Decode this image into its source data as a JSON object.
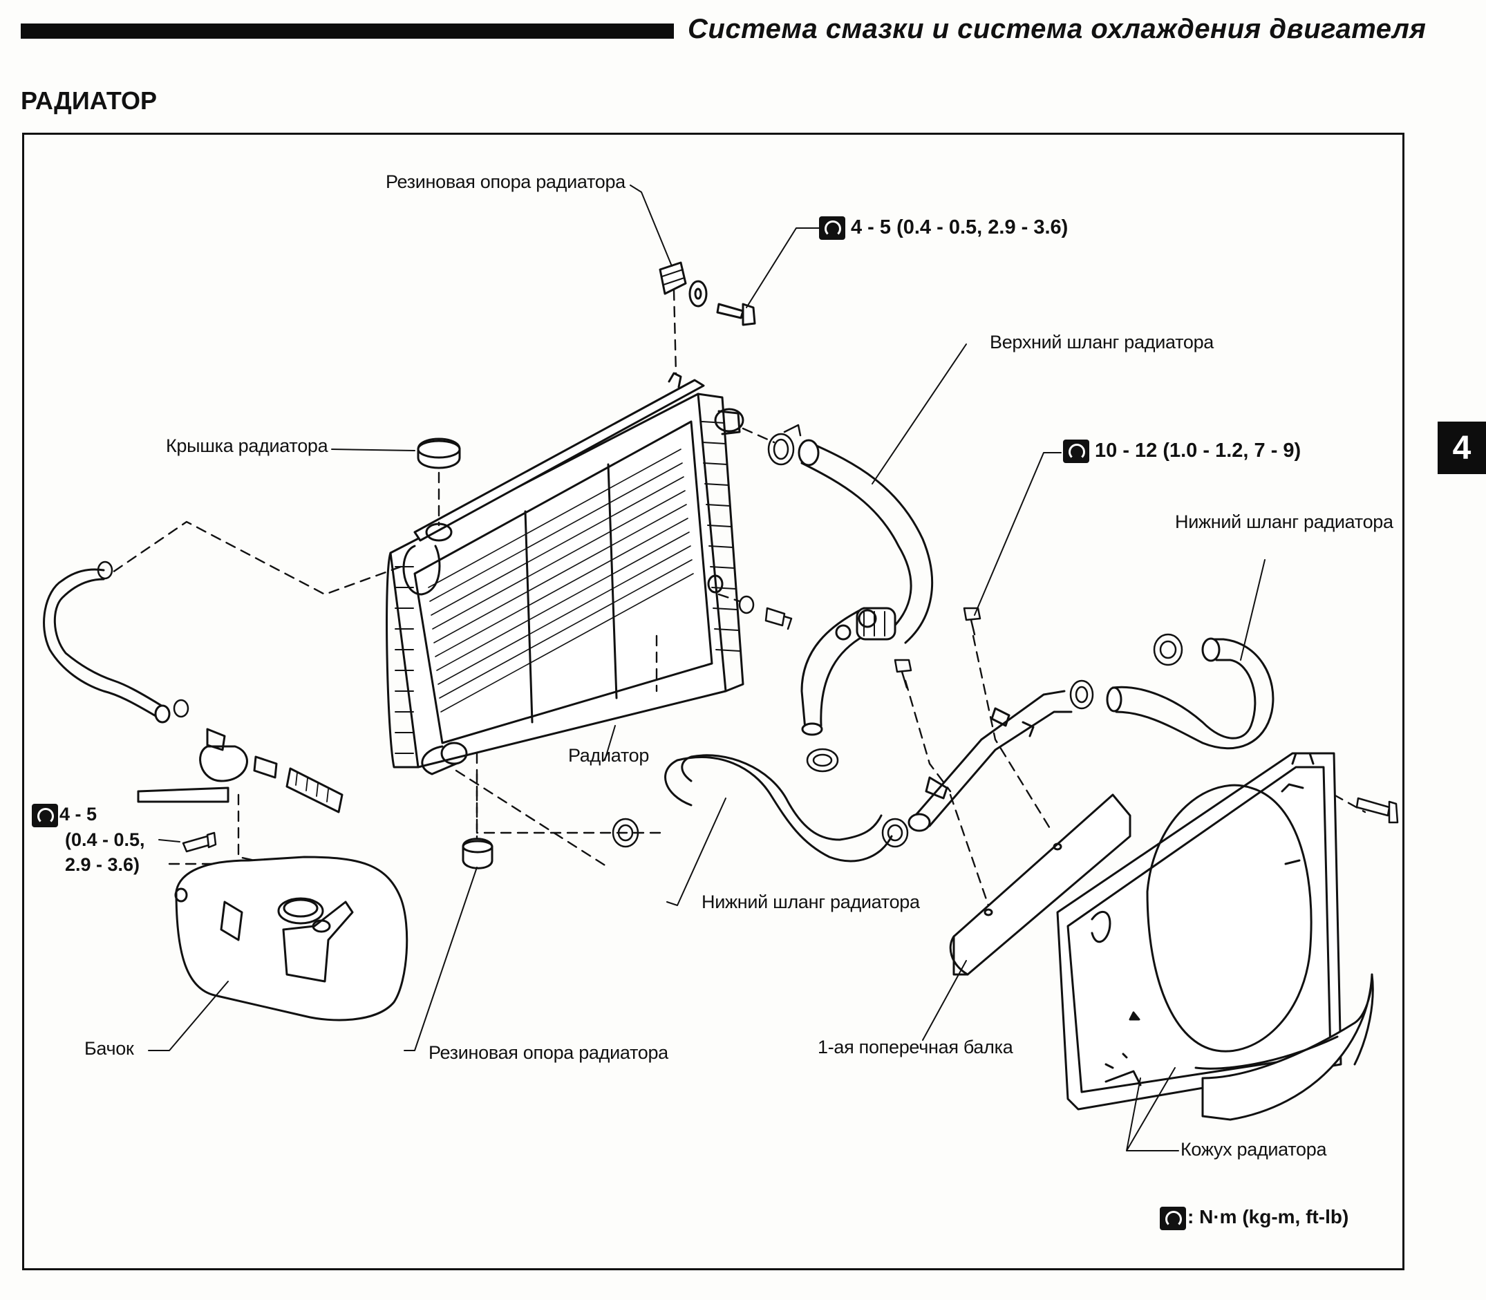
{
  "header": {
    "title": "Система смазки и система охлаждения двигателя"
  },
  "section_title": "РАДИАТОР",
  "page_tab": "4",
  "labels": {
    "rubber_mount_top": "Резиновая опора радиатора",
    "torque_top": "4 - 5 (0.4 - 0.5, 2.9 - 3.6)",
    "upper_hose": "Верхний шланг радиатора",
    "radiator_cap": "Крышка радиатора",
    "torque_mid": "10 - 12 (1.0 - 1.2, 7 - 9)",
    "lower_hose_right": "Нижний шланг радиатора",
    "radiator": "Радиатор",
    "torque_left_line1": "4 - 5",
    "torque_left_line2": "(0.4 - 0.5,",
    "torque_left_line3": "2.9 - 3.6)",
    "lower_hose_bottom": "Нижний шланг радиатора",
    "reservoir": "Бачок",
    "rubber_mount_bottom": "Резиновая опора радиатора",
    "crossmember": "1-ая поперечная балка",
    "shroud": "Кожух радиатора",
    "legend": ": N·m (kg-m, ft-lb)"
  },
  "icons": [
    "torque-wrench-icon"
  ]
}
